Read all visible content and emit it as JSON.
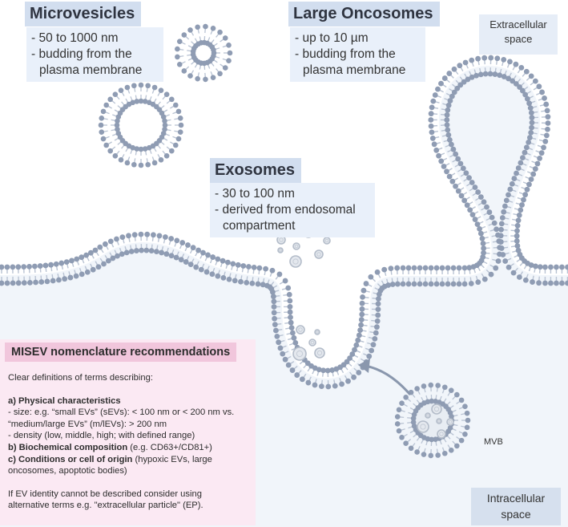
{
  "microvesicles": {
    "title": "Microvesicles",
    "lines": [
      "- 50 to 1000 nm",
      "- budding from the",
      "  plasma membrane"
    ]
  },
  "oncosomes": {
    "title": "Large Oncosomes",
    "lines": [
      "- up to 10 µm",
      "- budding from the",
      "  plasma membrane"
    ]
  },
  "exosomes": {
    "title": "Exosomes",
    "lines": [
      "- 30 to 100 nm",
      "- derived from endosomal",
      "  compartment"
    ]
  },
  "extracellular": {
    "line1": "Extracellular",
    "line2": "space"
  },
  "intracellular": {
    "line1": "Intracellular",
    "line2": "space"
  },
  "mvb_label": "MVB",
  "misev": {
    "title": "MISEV nomenclature recommendations",
    "intro": "Clear definitions of terms describing:",
    "a_head": "a) Physical characteristics",
    "a_line1": "- size: e.g. “small EVs” (sEVs): < 100 nm or < 200 nm vs.",
    "a_line2": "“medium/large EVs” (m/lEVs): > 200 nm",
    "a_line3": "- density (low, middle, high; with defined range)",
    "b_head": "b) Biochemical composition",
    "b_rest": " (e.g. CD63+/CD81+)",
    "c_head": "c) Conditions or cell of origin",
    "c_rest": " (hypoxic EVs, large",
    "c_line2": "oncosomes, apoptotic bodies)",
    "foot1": "If EV identity cannot be described consider using",
    "foot2": "alternative terms e.g. \"extracellular particle\" (EP)."
  },
  "colors": {
    "head": "#8f9cb3",
    "tail": "#b9c3d3",
    "cytoplasm": "#f1f5fa",
    "title_box": "#d2deef",
    "desc_box": "#e9f0fa",
    "misev_box": "#fbe9f3",
    "misev_title": "#f1c6dc"
  }
}
